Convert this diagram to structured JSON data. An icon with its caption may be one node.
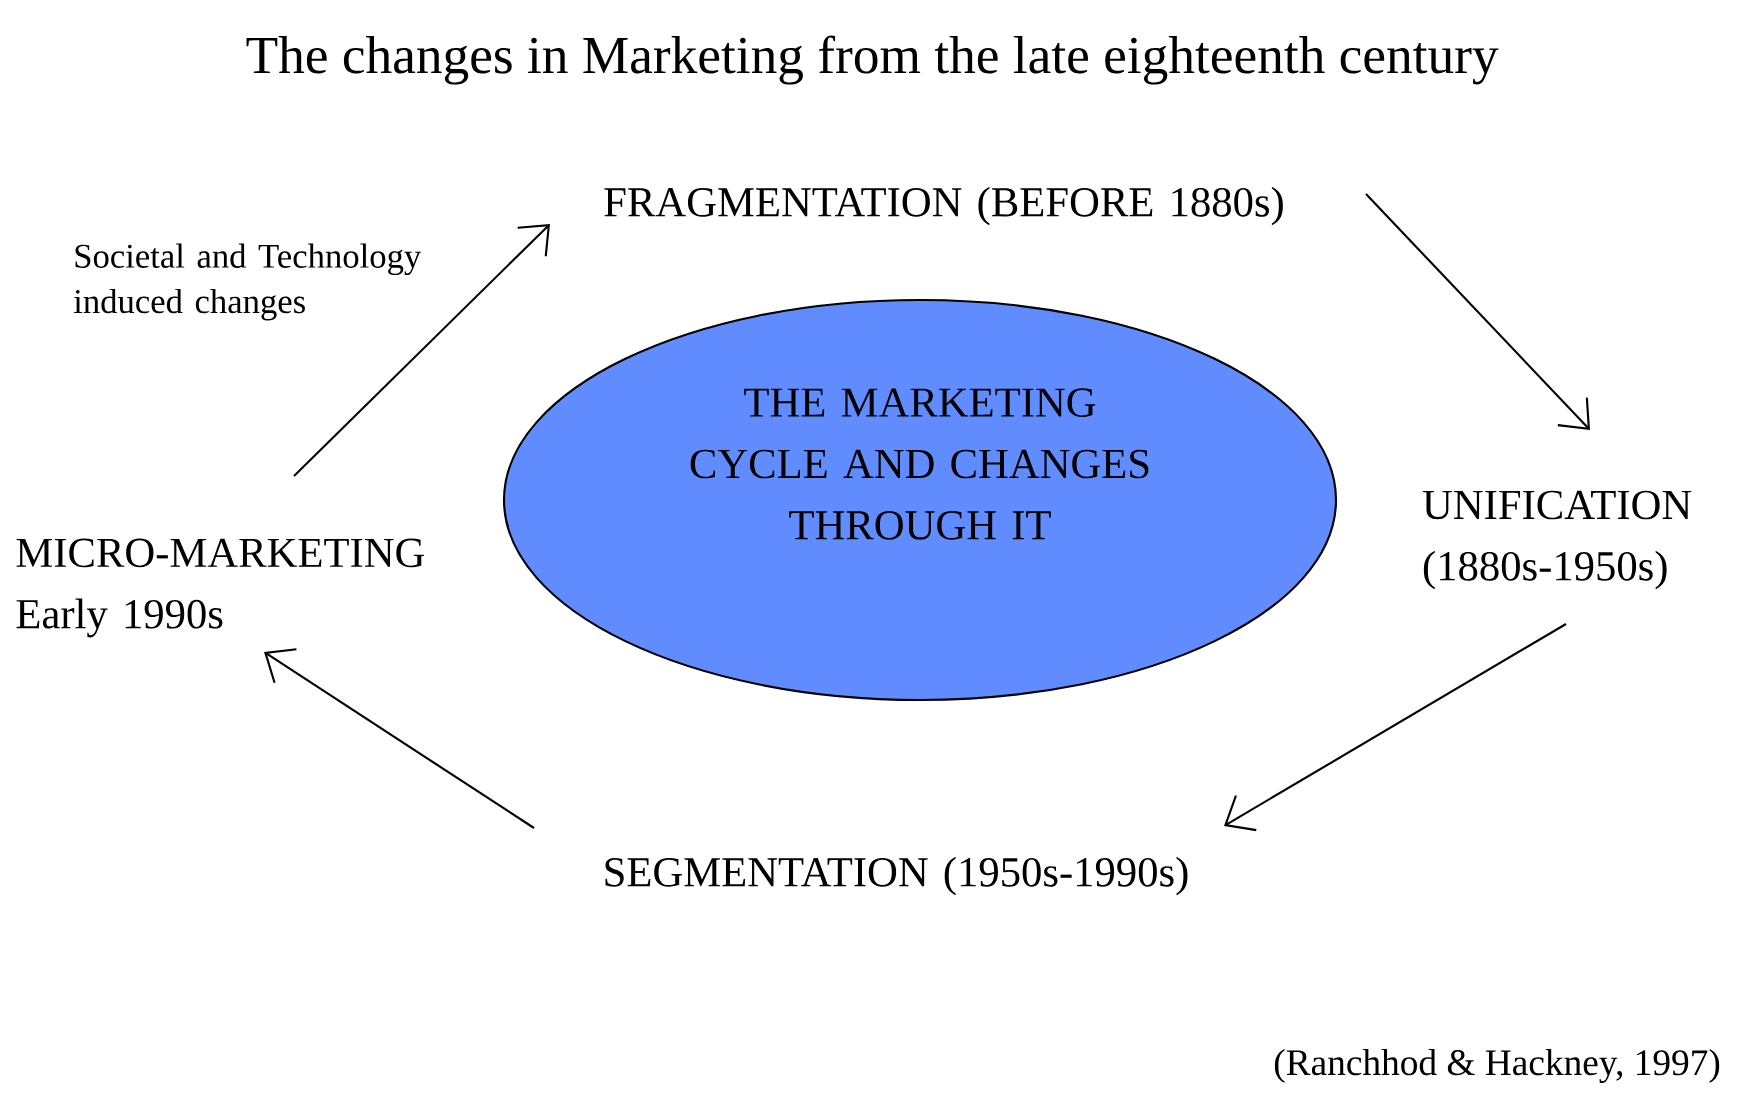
{
  "diagram": {
    "title": "The changes in Marketing from the late eighteenth century",
    "nodes": [
      {
        "text": [
          "THE MARKETING CYCLE AND CHANGES THROUGH IT"
        ]
      },
      {
        "text": [
          "FRAGMENTATION (BEFORE 1880s)"
        ]
      },
      {
        "text": [
          "UNIFICATION (1880s-1950s)"
        ]
      },
      {
        "text": [
          "SEGMENTATION (1950s-1990s)"
        ]
      },
      {
        "text": [
          "MICRO-MARKETING Early 1990s"
        ]
      }
    ],
    "edges": [
      {
        "from": 1,
        "to": 2,
        "arrow": "to"
      },
      {
        "from": 2,
        "to": 3,
        "arrow": "to"
      },
      {
        "from": 3,
        "to": 4,
        "arrow": "to"
      },
      {
        "from": 4,
        "to": 1,
        "arrow": "to",
        "label": "Societal and Technology induced changes"
      }
    ],
    "labels": [
      "(Ranchhod  & Hackney, 1997)"
    ]
  }
}
